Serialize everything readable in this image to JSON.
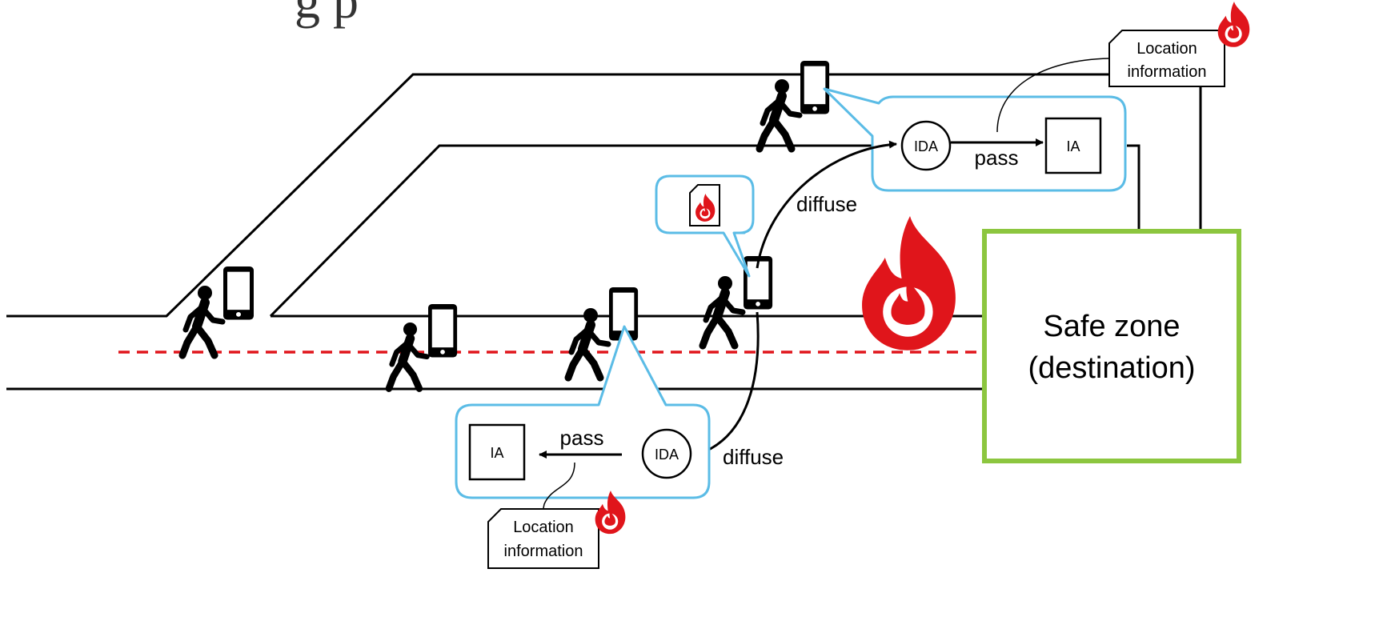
{
  "title_fragment": "g p",
  "labels": {
    "ida": "IDA",
    "ia": "IA",
    "pass": "pass",
    "diffuse": "diffuse",
    "location_line1": "Location",
    "location_line2": "information",
    "safe_zone_line1": "Safe zone",
    "safe_zone_line2": "(destination)"
  },
  "colors": {
    "fire": "#e0151b",
    "bubble_border": "#5bbce6",
    "safe_zone_border": "#8cc63f",
    "route": "#e0151b",
    "line": "#000000"
  },
  "icons": [
    "walking-person-icon",
    "smartphone-icon",
    "fire-icon",
    "fire-document-icon"
  ]
}
